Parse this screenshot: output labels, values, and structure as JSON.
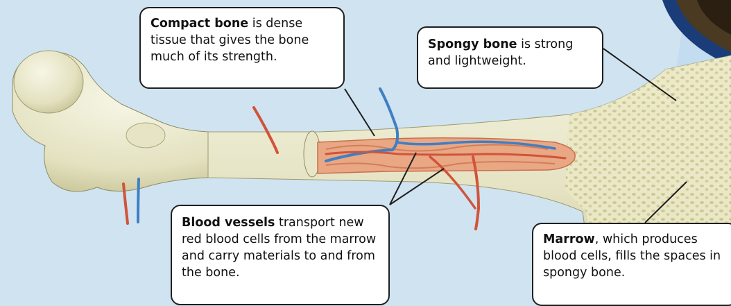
{
  "labels": {
    "compact": {
      "term": "Compact bone",
      "text": " is dense tissue that gives the bone much of its strength."
    },
    "spongy": {
      "term": "Spongy bone",
      "text": " is strong and lightweight."
    },
    "vessels": {
      "term": "Blood vessels",
      "text": " transport new red blood cells from the marrow and carry materials to and from the bone."
    },
    "marrow": {
      "term": "Marrow",
      "text": ", which produces blood cells, fills the spaces in spongy bone."
    }
  },
  "colors": {
    "background": "#cfe3f1",
    "bone": "#ecebcf",
    "bone_shadow": "#cdcba3",
    "marrow": "#e9a784",
    "artery": "#d0543a",
    "vein": "#3f7fc4",
    "outline": "#1f1f1f"
  }
}
